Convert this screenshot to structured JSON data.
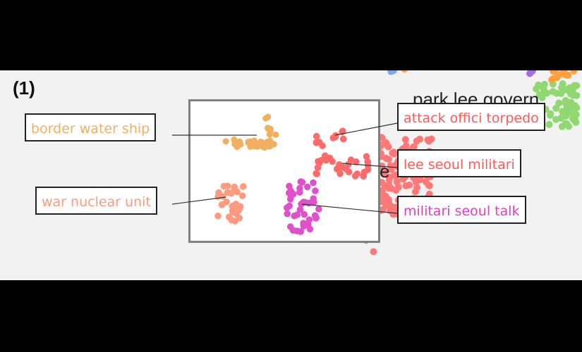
{
  "panel": {
    "label": "(1)"
  },
  "background_text": {
    "top": "park lee govern",
    "fragment": "e"
  },
  "labels": {
    "border": {
      "text": "border water ship",
      "color": "#f0b060"
    },
    "war": {
      "text": "war nuclear unit",
      "color": "#ff9a7a"
    },
    "attack": {
      "text": "attack offici torpedo",
      "color": "#ff5a5a"
    },
    "lee": {
      "text": "lee seoul militari",
      "color": "#ff5a5a"
    },
    "militari": {
      "text": "militari seoul talk",
      "color": "#e040c0"
    }
  },
  "cluster_colors": {
    "orange": "#f0b060",
    "salmon": "#ff9a80",
    "red": "#ff6a6a",
    "magenta": "#e050c8",
    "bg_red": "#ff7878",
    "bg_green": "#90d870",
    "bg_orange": "#ffa040",
    "bg_purple": "#a070e0",
    "bg_blue": "#80a8e8"
  }
}
